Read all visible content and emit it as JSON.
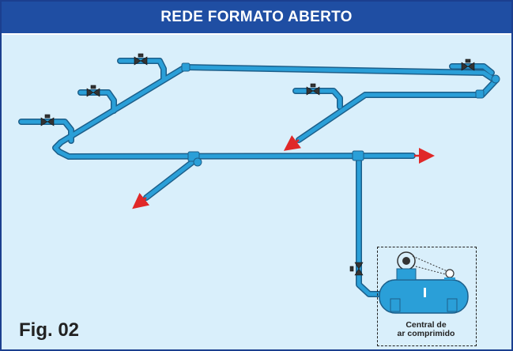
{
  "header": {
    "title": "REDE FORMATO ABERTO"
  },
  "figure_label": "Fig. 02",
  "compressor": {
    "label_line1": "Central de",
    "label_line2": "ar comprimido"
  },
  "colors": {
    "header": "#1f4ea3",
    "background": "#d9effb",
    "pipe": "#2a9fd8",
    "pipe_outline": "#1d5f8a",
    "arrow": "#e02828",
    "valve": "#333333"
  },
  "flow_arrow_icon": "red-arrow",
  "valve_icon": "valve-icon"
}
